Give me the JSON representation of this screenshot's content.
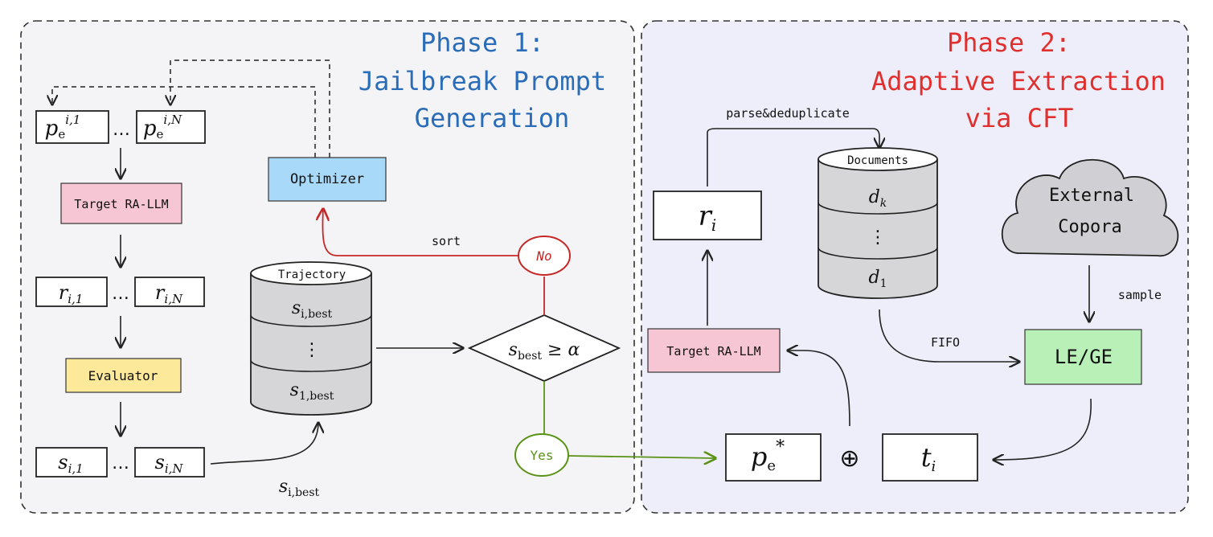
{
  "phase1": {
    "title_line1": "Phase 1:",
    "title_line2": "Jailbreak Prompt",
    "title_line3": "Generation",
    "title_color": "#2b6cb8",
    "panel_color": "#f4f4f6",
    "prompt_left": "p",
    "prompt_sub": "e",
    "prompt_left_sup": "i,1",
    "prompt_right_sup": "i,N",
    "ellipsis": "…",
    "target_llm": "Target RA-LLM",
    "response_base": "r",
    "response_left_sub": "i,1",
    "response_right_sub": "i,N",
    "evaluator": "Evaluator",
    "score_base": "s",
    "score_left_sub": "i,1",
    "score_right_sub": "i,N",
    "score_best_base": "s",
    "score_best_sub": "i,best",
    "optimizer": "Optimizer",
    "trajectory": "Trajectory",
    "traj_top_base": "s",
    "traj_top_sub": "i,best",
    "traj_mid": "⋮",
    "traj_bot_base": "s",
    "traj_bot_sub": "1,best",
    "sort": "sort",
    "no": "No",
    "yes": "Yes",
    "cond_base": "s",
    "cond_sub": "best",
    "cond_rel": " ≥ α",
    "colors": {
      "target": "#f7c6d4",
      "evaluator": "#fde99a",
      "optimizer": "#a9d9f8",
      "no": "#c62828",
      "yes": "#5a9216",
      "cylinder": "#d6d6d8"
    }
  },
  "phase2": {
    "title_line1": "Phase 2:",
    "title_line2": "Adaptive Extraction",
    "title_line3": "via CFT",
    "title_color": "#e0302e",
    "panel_color": "#eeeefa",
    "parse": "parse&deduplicate",
    "documents": "Documents",
    "doc_top_base": "d",
    "doc_top_sub": "k",
    "doc_mid": "⋮",
    "doc_bot_base": "d",
    "doc_bot_sub": "1",
    "response_base": "r",
    "response_sub": "i",
    "target_llm": "Target RA-LLM",
    "external_line1": "External",
    "external_line2": "Copora",
    "sample": "sample",
    "fifo": "FIFO",
    "lege": "LE/GE",
    "pstar_base": "p",
    "pstar_sub": "e",
    "pstar_sup": "*",
    "oplus": "⊕",
    "t_base": "t",
    "t_sub": "i",
    "colors": {
      "target": "#f7c6d4",
      "lege": "#b8f0b8",
      "cloud": "#d0d0d4",
      "cylinder": "#d6d6d8"
    }
  }
}
